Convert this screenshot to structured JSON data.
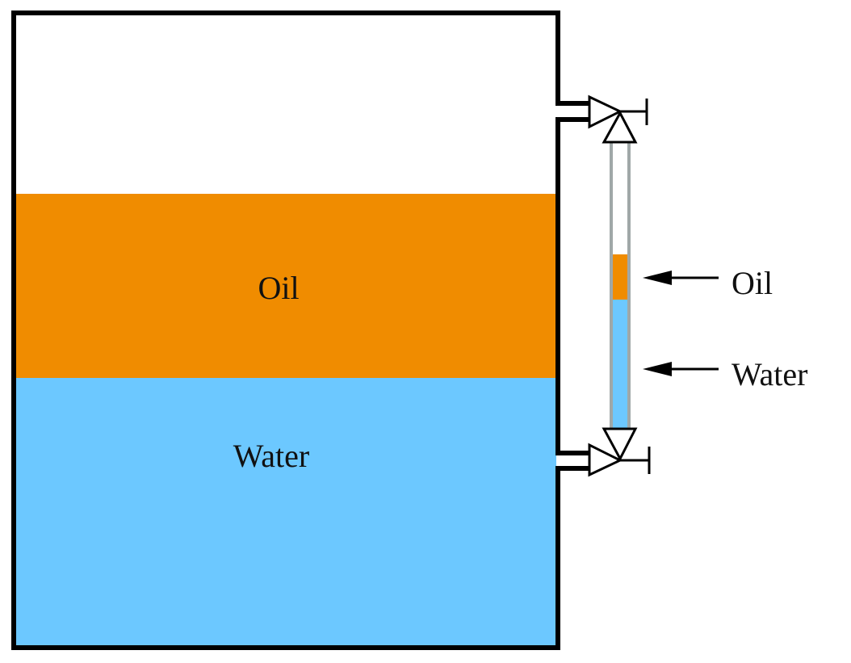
{
  "tank": {
    "oil_label": "Oil",
    "water_label": "Water"
  },
  "sight_glass": {
    "oil_label": "Oil",
    "water_label": "Water"
  },
  "colors": {
    "oil": "#F08C00",
    "water": "#6CC8FF",
    "outline": "#000000",
    "glass": "#A0A8A8"
  }
}
